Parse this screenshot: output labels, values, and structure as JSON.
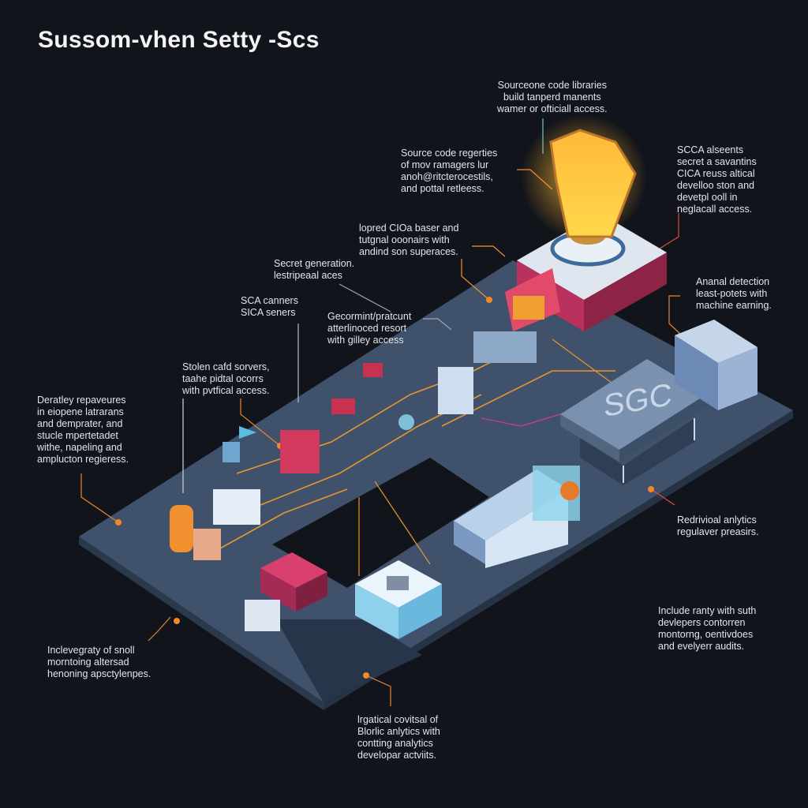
{
  "title": "Sussom-vhen Setty -Scs",
  "building_label": "SGC",
  "annotations": [
    {
      "id": "top-center",
      "text": "Sourceone code libraries\nbuild tanperd manents\nwamer or ofticiall access."
    },
    {
      "id": "source-code",
      "text": "Source code regerties\nof mov ramagers lur\nanoh@ritcterocestils,\nand pottal retleess."
    },
    {
      "id": "scca",
      "text": "SCCA alseents\nsecret a savantins\nCICA reuss altical\ndevelloo ston and\ndevetpl ooll in\nneglacall access."
    },
    {
      "id": "cioa",
      "text": "lopred CIOa baser and\ntutgnal ooonairs with\nandind son superaces."
    },
    {
      "id": "secret-gen",
      "text": "Secret generation.\nlestripeaal aces"
    },
    {
      "id": "anomaly",
      "text": "Ananal detection\nleast-potets with\nmachine earning."
    },
    {
      "id": "sca-canners",
      "text": "SCA canners\nSICA seners"
    },
    {
      "id": "gecormint",
      "text": "Gecormint/pratcunt\natterlinoced resort\nwith gilley access"
    },
    {
      "id": "stolen",
      "text": "Stolen cafd sorvers,\ntaahe pidtal ocorrs\nwith pvtfical access."
    },
    {
      "id": "deratley",
      "text": "Deratley repaveures\nin eiopene latrarans\nand demprater, and\nstucle mpertetadet\nwithe, napeling and\namplucton regieress."
    },
    {
      "id": "behavioral",
      "text": "Redrivioal anlytics\nregulaver preasirs."
    },
    {
      "id": "include",
      "text": "Include ranty with suth\ndevlepers contorren\nmontorng, oentivdoes\nand evelyerr audits."
    },
    {
      "id": "indevegraty",
      "text": "Inclevegraty of snoll\nmorntoing altersad\nhenoning apsctylenpes."
    },
    {
      "id": "logistical",
      "text": "lrgatical covitsal of\nBlorlic anlytics with\ncontting analytics\ndevelopar actviits."
    }
  ],
  "colors": {
    "background": "#12141b",
    "platform": "#3e5069",
    "accent_orange": "#f08a24",
    "accent_pink": "#c23a6a",
    "bulb": "#ffc22e"
  }
}
